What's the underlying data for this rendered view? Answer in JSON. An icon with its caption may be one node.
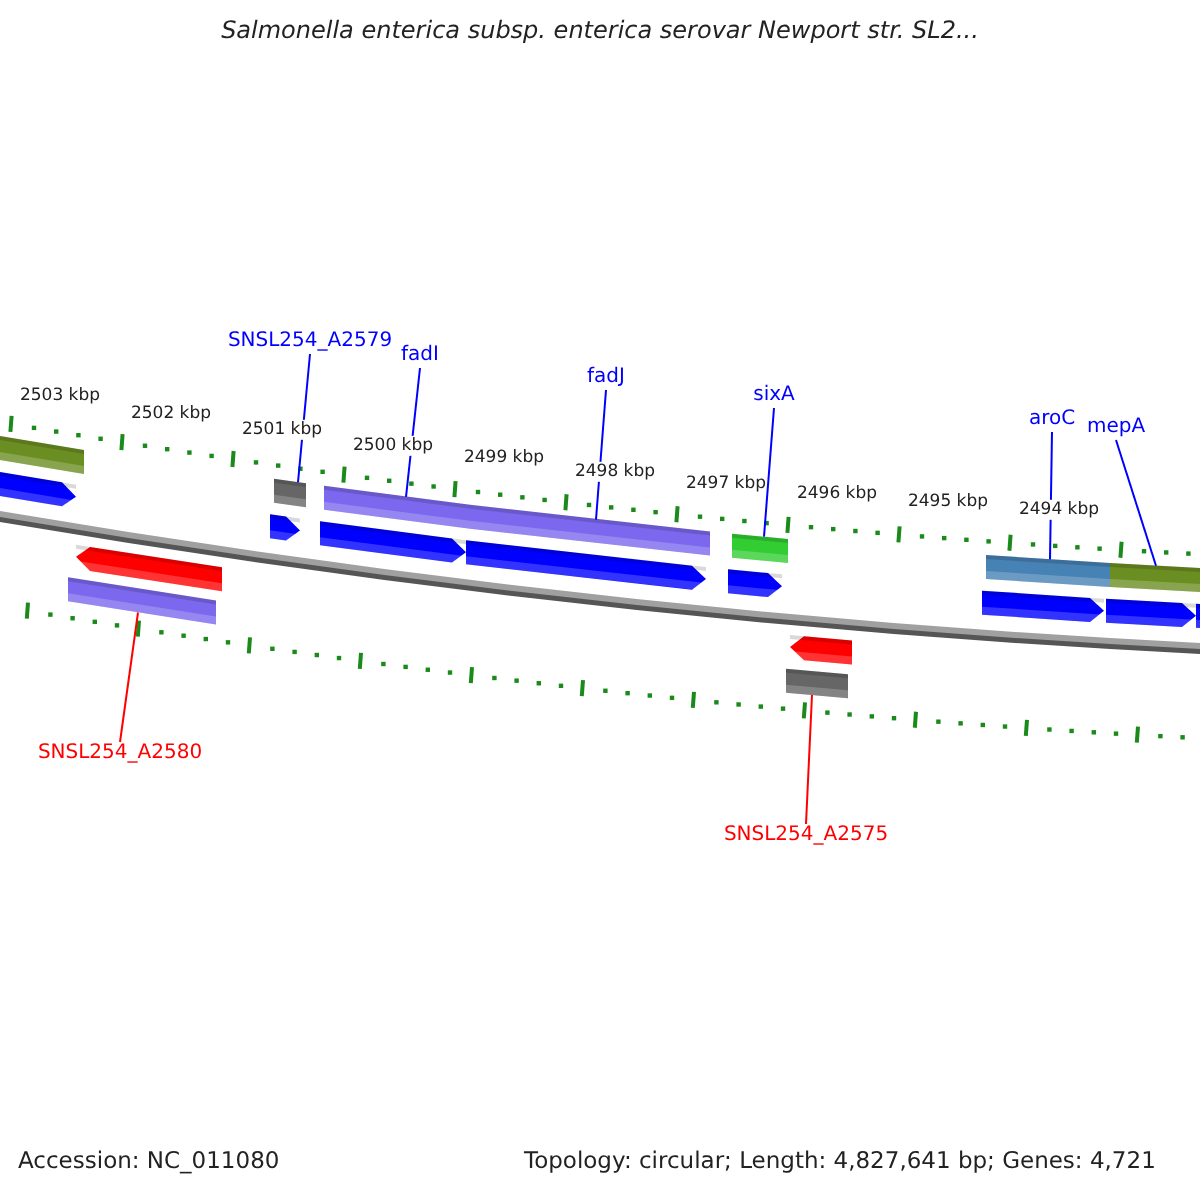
{
  "diagram": {
    "title": "Salmonella enterica subsp. enterica serovar Newport str. SL2...",
    "nodes": [
      {
        "text": [
          "SNSL254_A2579"
        ]
      },
      {
        "text": [
          "fadI"
        ]
      },
      {
        "text": [
          "fadJ"
        ]
      },
      {
        "text": [
          "sixA"
        ]
      },
      {
        "text": [
          "aroC"
        ]
      },
      {
        "text": [
          "mepA"
        ]
      },
      {
        "text": [
          "SNSL254_A2580"
        ]
      },
      {
        "text": [
          "SNSL254_A2575"
        ]
      },
      {
        "text": [],
        "shape": "bar"
      },
      {
        "text": [],
        "shape": "bar"
      },
      {
        "text": [],
        "shape": "bar"
      },
      {
        "text": [],
        "shape": "bar"
      },
      {
        "text": [],
        "shape": "bar"
      },
      {
        "text": [],
        "shape": "bar"
      },
      {
        "text": [],
        "shape": "bar"
      },
      {
        "text": [],
        "shape": "bar"
      }
    ],
    "edges": [
      {
        "from": 0,
        "to": 9,
        "arrow": "none"
      },
      {
        "from": 1,
        "to": 10,
        "arrow": "none"
      },
      {
        "from": 2,
        "to": 11,
        "arrow": "none"
      },
      {
        "from": 3,
        "to": 12,
        "arrow": "none"
      },
      {
        "from": 4,
        "to": 14,
        "arrow": "none"
      },
      {
        "from": 5,
        "to": 15,
        "arrow": "none"
      },
      {
        "from": 6,
        "to": 8,
        "arrow": "none",
        "color": "#ff0000"
      },
      {
        "from": 7,
        "to": 13,
        "arrow": "none",
        "color": "#ff0000"
      }
    ],
    "labels": [
      "2503 kbp",
      "2502 kbp",
      "2501 kbp",
      "2500 kbp",
      "2499 kbp",
      "2498 kbp",
      "2497 kbp",
      "2496 kbp",
      "2495 kbp",
      "2494 kbp",
      "Accession: NC_011080",
      "Topology: circular; Length: 4,827,641 bp; Genes: 4,721"
    ]
  }
}
